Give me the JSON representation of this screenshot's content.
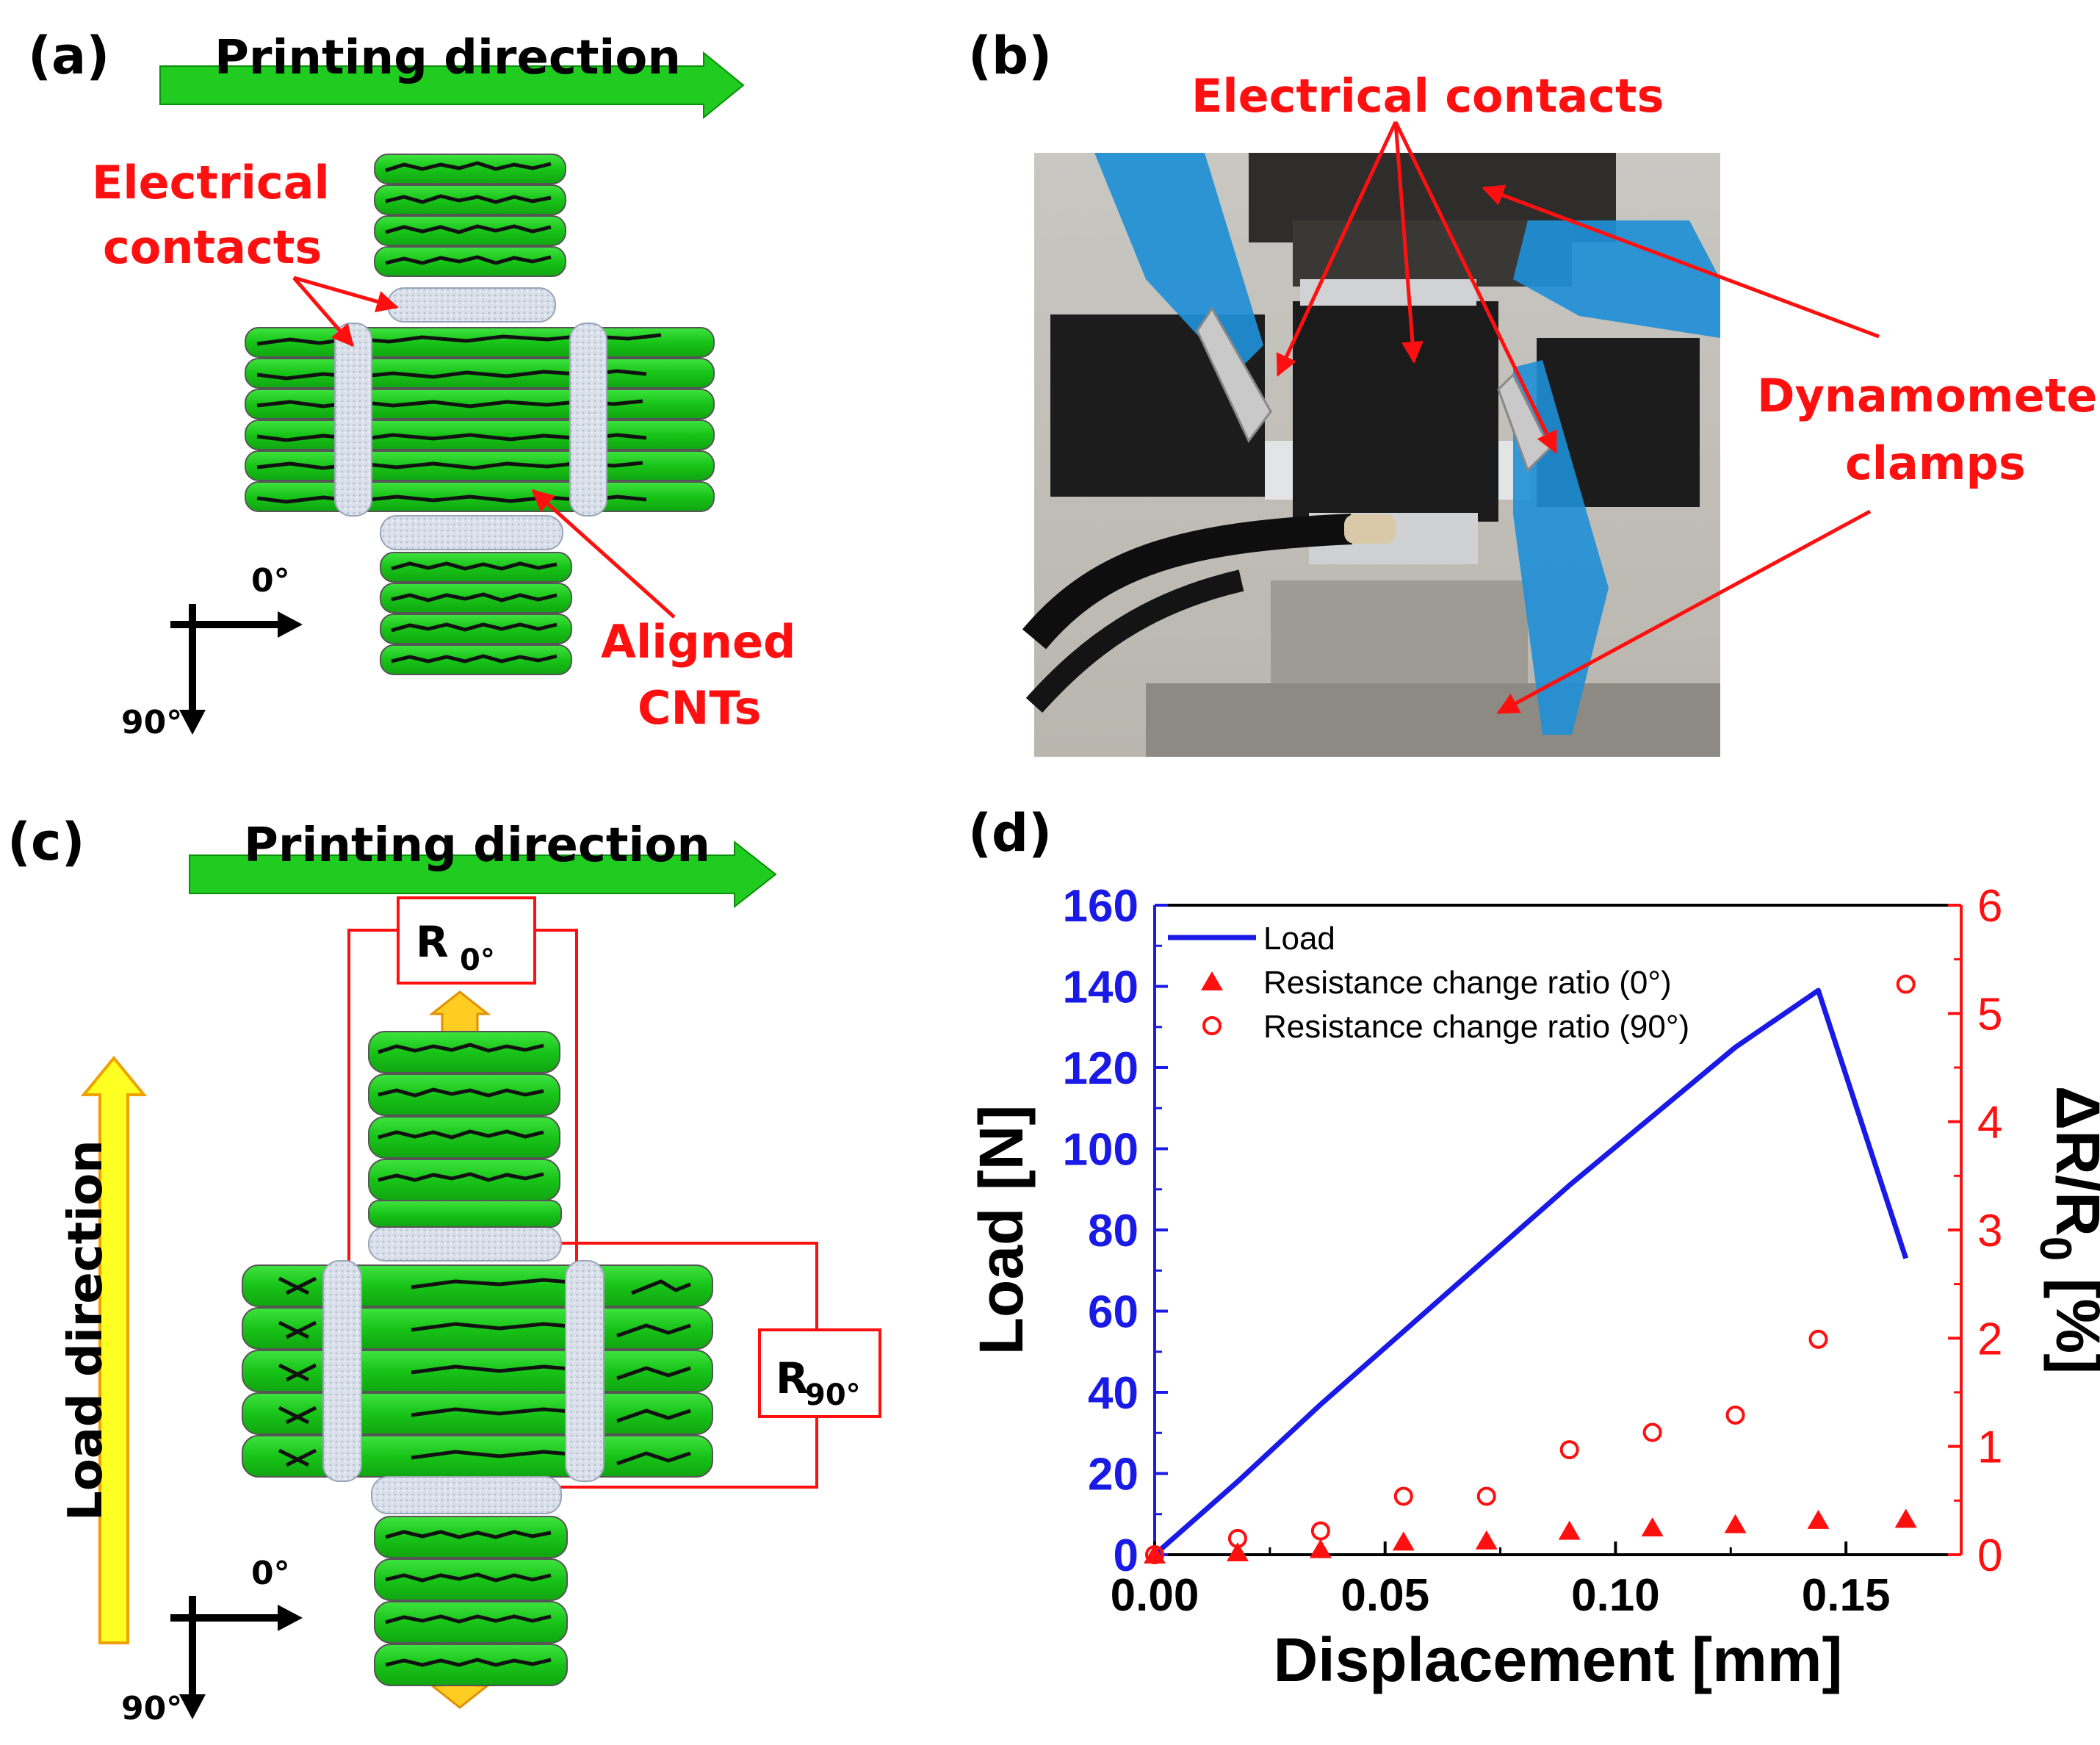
{
  "panels": {
    "a": {
      "label": "(a)",
      "printing_direction": "Printing direction",
      "electrical_contacts_line1": "Electrical",
      "electrical_contacts_line2": "contacts",
      "aligned_cnts_line1": "Aligned",
      "aligned_cnts_line2": "CNTs",
      "axis_0": "0°",
      "axis_90": "90°"
    },
    "b": {
      "label": "(b)",
      "electrical_contacts": "Electrical contacts",
      "dynamometer_line1": "Dynamometer",
      "dynamometer_line2": "clamps"
    },
    "c": {
      "label": "(c)",
      "printing_direction": "Printing direction",
      "load_direction": "Load direction",
      "r0_main": "R",
      "r0_sub": "0°",
      "r90_main": "R",
      "r90_sub": "90°",
      "axis_0": "0°",
      "axis_90": "90°"
    },
    "d": {
      "label": "(d)"
    }
  },
  "colors": {
    "green": "#1fcc1f",
    "red": "#ff1010",
    "blue": "#1a1ae6",
    "yellow": "#ffff22",
    "contact_gray": "#d4dce8"
  },
  "chart_data": {
    "type": "line",
    "xlabel": "Displacement [mm]",
    "ylabel": "Load [N]",
    "y2label_main": "ΔR/R",
    "y2label_sub": "0",
    "y2label_tail": " [%]",
    "xlim": [
      0.0,
      0.175
    ],
    "ylim": [
      0,
      160
    ],
    "y2lim": [
      0,
      6
    ],
    "x_ticks": [
      "0.00",
      "0.05",
      "0.10",
      "0.15"
    ],
    "x_tick_values": [
      0.0,
      0.05,
      0.1,
      0.15
    ],
    "y_ticks": [
      "0",
      "20",
      "40",
      "60",
      "80",
      "100",
      "120",
      "140",
      "160"
    ],
    "y_tick_values": [
      0,
      20,
      40,
      60,
      80,
      100,
      120,
      140,
      160
    ],
    "y2_ticks": [
      "0",
      "1",
      "2",
      "3",
      "4",
      "5",
      "6"
    ],
    "y2_tick_values": [
      0,
      1,
      2,
      3,
      4,
      5,
      6
    ],
    "legend_position": "top-left",
    "series": [
      {
        "name": "Load",
        "axis": "left",
        "marker": "line",
        "color": "#1a1ae6",
        "x": [
          0.0,
          0.018,
          0.036,
          0.054,
          0.072,
          0.09,
          0.108,
          0.126,
          0.144,
          0.163
        ],
        "y": [
          0,
          18,
          37,
          55,
          73,
          91,
          108,
          125,
          139,
          73
        ]
      },
      {
        "name": "Resistance change ratio (0°)",
        "axis": "right",
        "marker": "filled-triangle",
        "color": "#ff1010",
        "x": [
          0.0,
          0.018,
          0.036,
          0.054,
          0.072,
          0.09,
          0.108,
          0.126,
          0.144,
          0.163
        ],
        "y": [
          0.0,
          0.02,
          0.05,
          0.12,
          0.13,
          0.22,
          0.25,
          0.28,
          0.32,
          0.33
        ]
      },
      {
        "name": "Resistance change ratio (90°)",
        "axis": "right",
        "marker": "open-circle",
        "color": "#ff1010",
        "x": [
          0.0,
          0.018,
          0.036,
          0.054,
          0.072,
          0.09,
          0.108,
          0.126,
          0.144,
          0.163
        ],
        "y": [
          0.0,
          0.15,
          0.22,
          0.54,
          0.54,
          0.97,
          1.13,
          1.29,
          1.99,
          5.27
        ]
      }
    ]
  }
}
